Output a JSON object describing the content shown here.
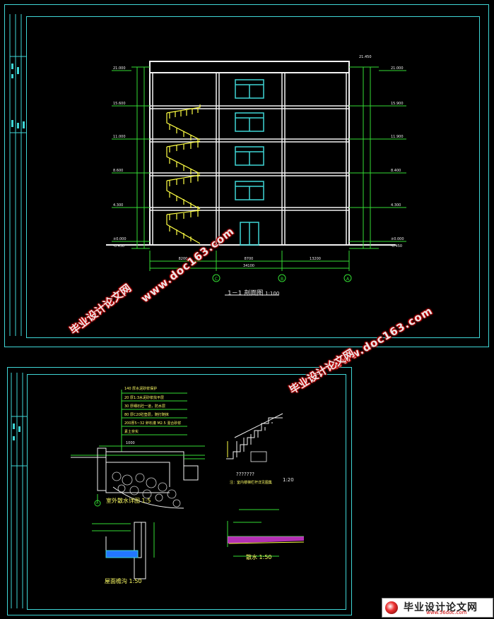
{
  "sheet_top": {
    "section_title": "1－1 剖面图",
    "section_scale": "1:100",
    "elev_left": [
      "21.000",
      "15.600",
      "11.000",
      "8.600",
      "4.300",
      "±0.000",
      "-0.450"
    ],
    "elev_right": [
      "21.000",
      "15.900",
      "11.900",
      "8.400",
      "4.300",
      "±0.000",
      "-0.450"
    ],
    "roof_elev": "21.450",
    "axes": [
      "C",
      "B",
      "A"
    ],
    "dims_bottom": [
      "8200",
      "8700",
      "13200",
      "34100"
    ]
  },
  "sheet_bottom": {
    "detail_outdoor": "室外散水详图",
    "detail_outdoor_scale": "1:5",
    "detail_roof": "屋面檐沟",
    "detail_roof_scale": "1:50",
    "detail_stair": "???????",
    "detail_stair_note": "注：室内楼梯栏杆详见图集",
    "detail_stair_scale": "1:20",
    "detail_apron": "散水",
    "detail_apron_scale": "1:50",
    "legend": [
      "140 厚水泥砂浆保护",
      "20 厚1:3水泥砂浆找平层",
      "30 厚细石砼一道，防水层",
      "80 厚C20砼垫层，随打随抹",
      "200厚5~32 卵石灌 M2.5 混合砂浆",
      "素土夯实"
    ],
    "dim_1000": "1000",
    "axis_a": "A"
  },
  "watermarks": {
    "cn": "毕业设计论文网",
    "url1": "www.doc163.com",
    "url2": "www.doc163.com"
  },
  "logo": {
    "text": "毕业设计论文网",
    "url": "www.56doc.com"
  }
}
